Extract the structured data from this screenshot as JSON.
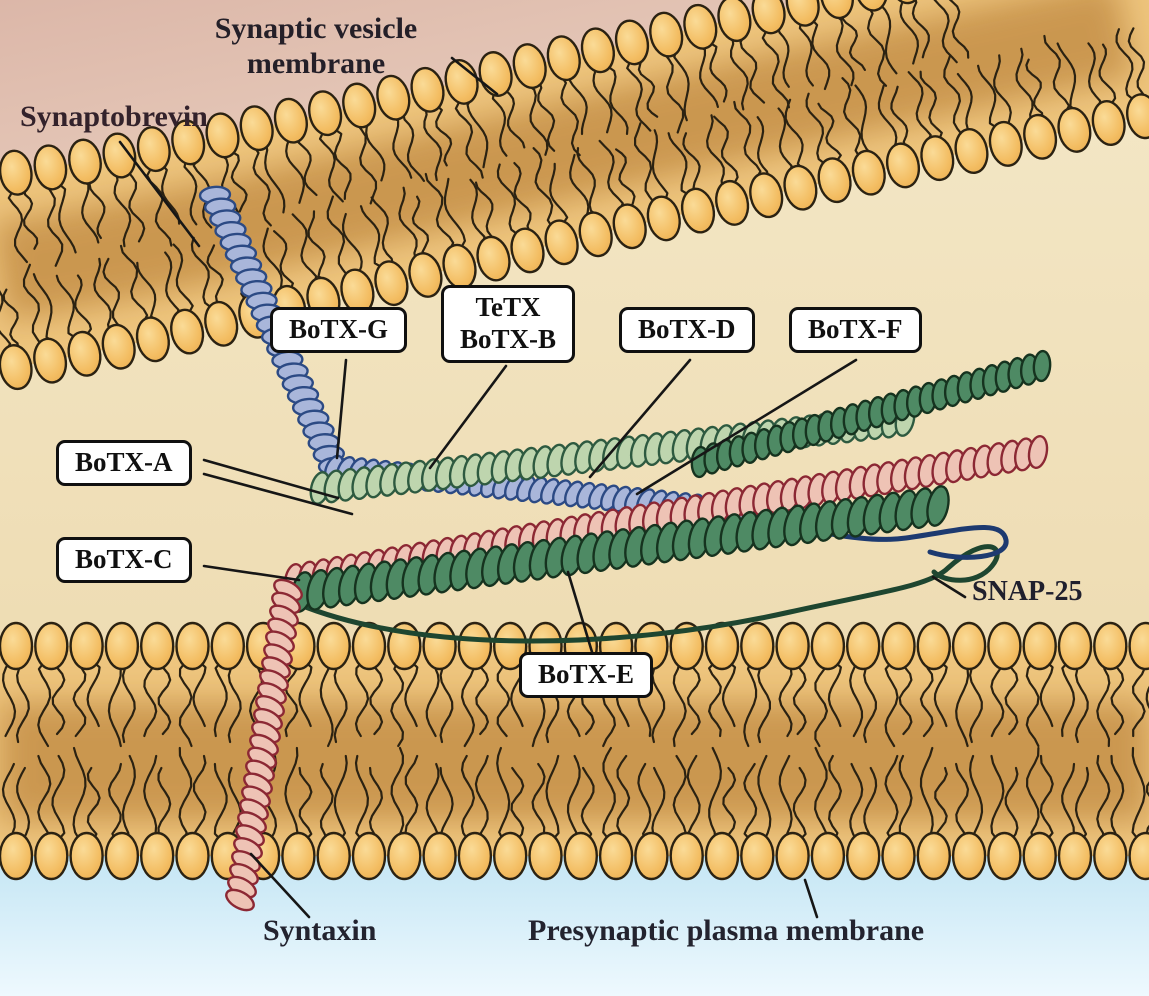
{
  "labels": {
    "synaptic_vesicle_membrane_line1": "Synaptic vesicle",
    "synaptic_vesicle_membrane_line2": "membrane",
    "synaptobrevin": "Synaptobrevin",
    "snap25": "SNAP-25",
    "syntaxin": "Syntaxin",
    "presynaptic_plasma_membrane": "Presynaptic plasma membrane"
  },
  "toxins": {
    "botx_g": "BoTX-G",
    "tetx": "TeTX",
    "botx_b": "BoTX-B",
    "botx_d": "BoTX-D",
    "botx_f": "BoTX-F",
    "botx_a": "BoTX-A",
    "botx_c": "BoTX-C",
    "botx_e": "BoTX-E"
  },
  "colors": {
    "background_top": "#f4e8c8",
    "background_bottom": "#ebd6a8",
    "vesicle_lumen": "#d9b2a4",
    "extracellular_top": "#c3e5f4",
    "extracellular_bottom": "#eef9fe",
    "membrane_band": "#eec57e",
    "membrane_head_fill": "#f3bd62",
    "membrane_head_edge": "#2b2212",
    "membrane_wash": "#a86a24",
    "synaptobrevin_light": "#a9b6da",
    "synaptobrevin_dark": "#2c4a84",
    "synaptobrevin_line": "#1d3a70",
    "syntaxin_light": "#eec3b5",
    "syntaxin_dark": "#8c2834",
    "snap25_light": "#bed5ae",
    "snap25_dark": "#2e5a40",
    "snap25_mid": "#4e8a64",
    "snap25_deep": "#16331f",
    "snap25_linker": "#1e4630",
    "leader_line": "#161616"
  }
}
